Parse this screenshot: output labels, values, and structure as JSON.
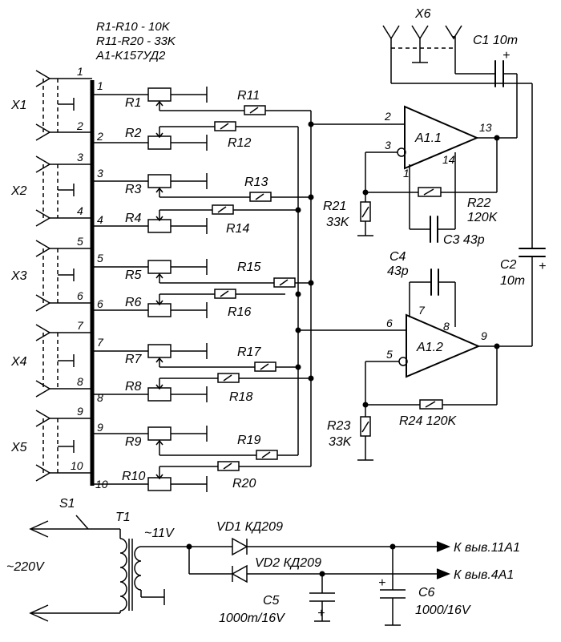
{
  "legend": {
    "line1": "R1-R10 - 10K",
    "line2": "R11-R20 - 33K",
    "line3": "A1-K157УД2"
  },
  "connectors": {
    "x1": "X1",
    "x2": "X2",
    "x3": "X3",
    "x4": "X4",
    "x5": "X5",
    "x6": "X6"
  },
  "bus_pins": [
    "1",
    "2",
    "3",
    "4",
    "5",
    "6",
    "7",
    "8",
    "9",
    "10"
  ],
  "pots": [
    "R1",
    "R2",
    "R3",
    "R4",
    "R5",
    "R6",
    "R7",
    "R8",
    "R9",
    "R10"
  ],
  "mix_resistors": [
    "R11",
    "R12",
    "R13",
    "R14",
    "R15",
    "R16",
    "R17",
    "R18",
    "R19",
    "R20"
  ],
  "opamp1": {
    "name": "A1.1",
    "pin_inv": "2",
    "pin_noninv": "3",
    "pin_out": "13",
    "pin_1": "1",
    "pin_14": "14"
  },
  "opamp2": {
    "name": "A1.2",
    "pin_inv": "6",
    "pin_noninv": "5",
    "pin_out": "9",
    "pin_7": "7",
    "pin_8": "8"
  },
  "components": {
    "c1": "C1 10m",
    "c2": "C2",
    "c2_val": "10m",
    "c3": "C3 43p",
    "c4": "C4",
    "c4_val": "43p",
    "r21": "R21",
    "r21_val": "33K",
    "r22": "R22",
    "r22_val": "120K",
    "r23": "R23",
    "r23_val": "33K",
    "r24": "R24 120K"
  },
  "power": {
    "switch": "S1",
    "transformer": "T1",
    "mains": "~220V",
    "secondary": "~11V",
    "vd1": "VD1 КД209",
    "vd2": "VD2 КД209",
    "c5": "C5",
    "c5_val": "1000m/16V",
    "c6": "C6",
    "c6_val": "1000/16V",
    "out1": "К выв.11А1",
    "out2": "К выв.4А1"
  }
}
